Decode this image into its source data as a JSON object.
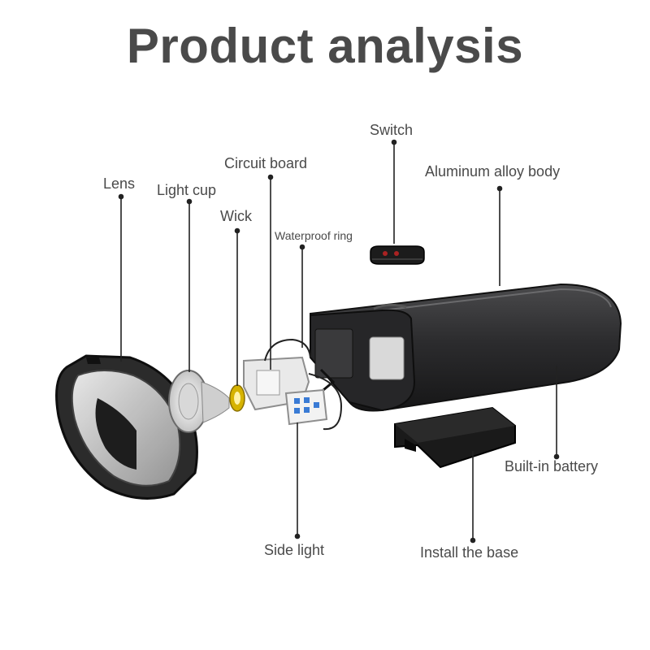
{
  "title": "Product analysis",
  "labels": {
    "switch": "Switch",
    "circuit_board": "Circuit board",
    "aluminum_body": "Aluminum alloy body",
    "lens": "Lens",
    "light_cup": "Light cup",
    "wick": "Wick",
    "waterproof_ring": "Waterproof ring",
    "built_in_battery": "Built-in battery",
    "side_light": "Side light",
    "install_base": "Install the base"
  }
}
